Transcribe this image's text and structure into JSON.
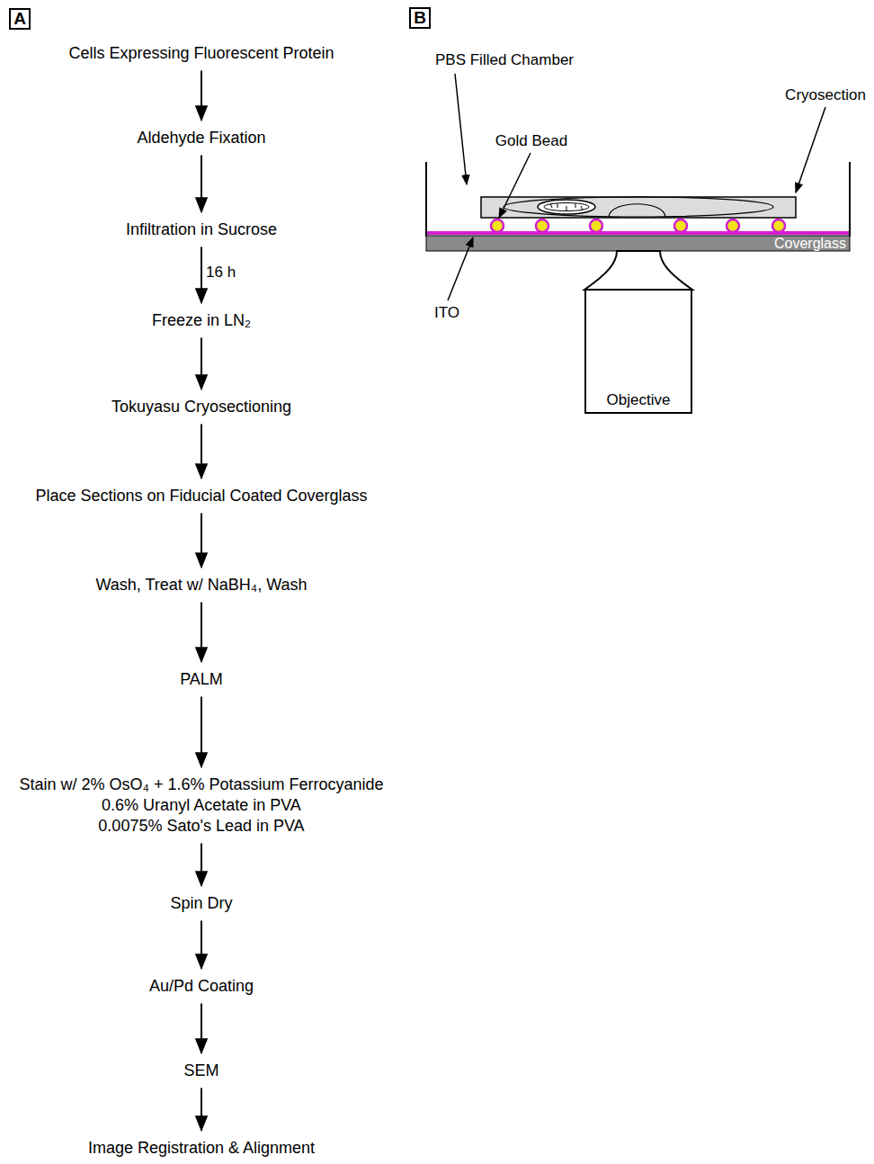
{
  "diagram": {
    "nodes": [
      {
        "text": [
          "A"
        ]
      },
      {
        "text": [
          "Cells Expressing Fluorescent Protein"
        ]
      },
      {
        "text": [
          "Aldehyde Fixation"
        ]
      },
      {
        "text": [
          "Infiltration in Sucrose"
        ]
      },
      {
        "text": [
          "Freeze in LN₂"
        ]
      },
      {
        "text": [
          "Tokuyasu Cryosectioning"
        ]
      },
      {
        "text": [
          "Place Sections on Fiducial Coated Coverglass"
        ]
      },
      {
        "text": [
          "Wash, Treat w/ NaBH₄, Wash"
        ]
      },
      {
        "text": [
          "PALM"
        ]
      },
      {
        "text": [
          "Stain w/ 2% OsO₄ + 1.6% Potassium Ferrocyanide",
          "0.6% Uranyl Acetate in PVA",
          "0.0075% Sato's Lead in PVA"
        ]
      },
      {
        "text": [
          "Spin Dry"
        ]
      },
      {
        "text": [
          "Au/Pd Coating"
        ]
      },
      {
        "text": [
          "SEM"
        ]
      },
      {
        "text": [
          "Image Registration & Alignment"
        ]
      },
      {
        "text": [
          "B"
        ]
      },
      {
        "text": [
          "Coverglass"
        ]
      },
      {
        "text": [
          "Objective"
        ]
      }
    ],
    "edges": [
      {
        "from": 1,
        "to": 2,
        "arrow": "to"
      },
      {
        "from": 2,
        "to": 3,
        "arrow": "to"
      },
      {
        "from": 3,
        "to": 4,
        "label": "16 h",
        "arrow": "to"
      },
      {
        "from": 4,
        "to": 5,
        "arrow": "to"
      },
      {
        "from": 5,
        "to": 6,
        "arrow": "to"
      },
      {
        "from": 6,
        "to": 7,
        "arrow": "to"
      },
      {
        "from": 7,
        "to": 8,
        "arrow": "to"
      },
      {
        "from": 8,
        "to": 9,
        "arrow": "to"
      },
      {
        "from": 9,
        "to": 10,
        "arrow": "to"
      },
      {
        "from": 10,
        "to": 11,
        "arrow": "to"
      },
      {
        "from": 11,
        "to": 12,
        "arrow": "to"
      },
      {
        "from": 12,
        "to": 13,
        "arrow": "to"
      }
    ],
    "labels": [
      "PBS Filled Chamber",
      "Cryosection",
      "Gold Bead",
      "ITO"
    ]
  }
}
